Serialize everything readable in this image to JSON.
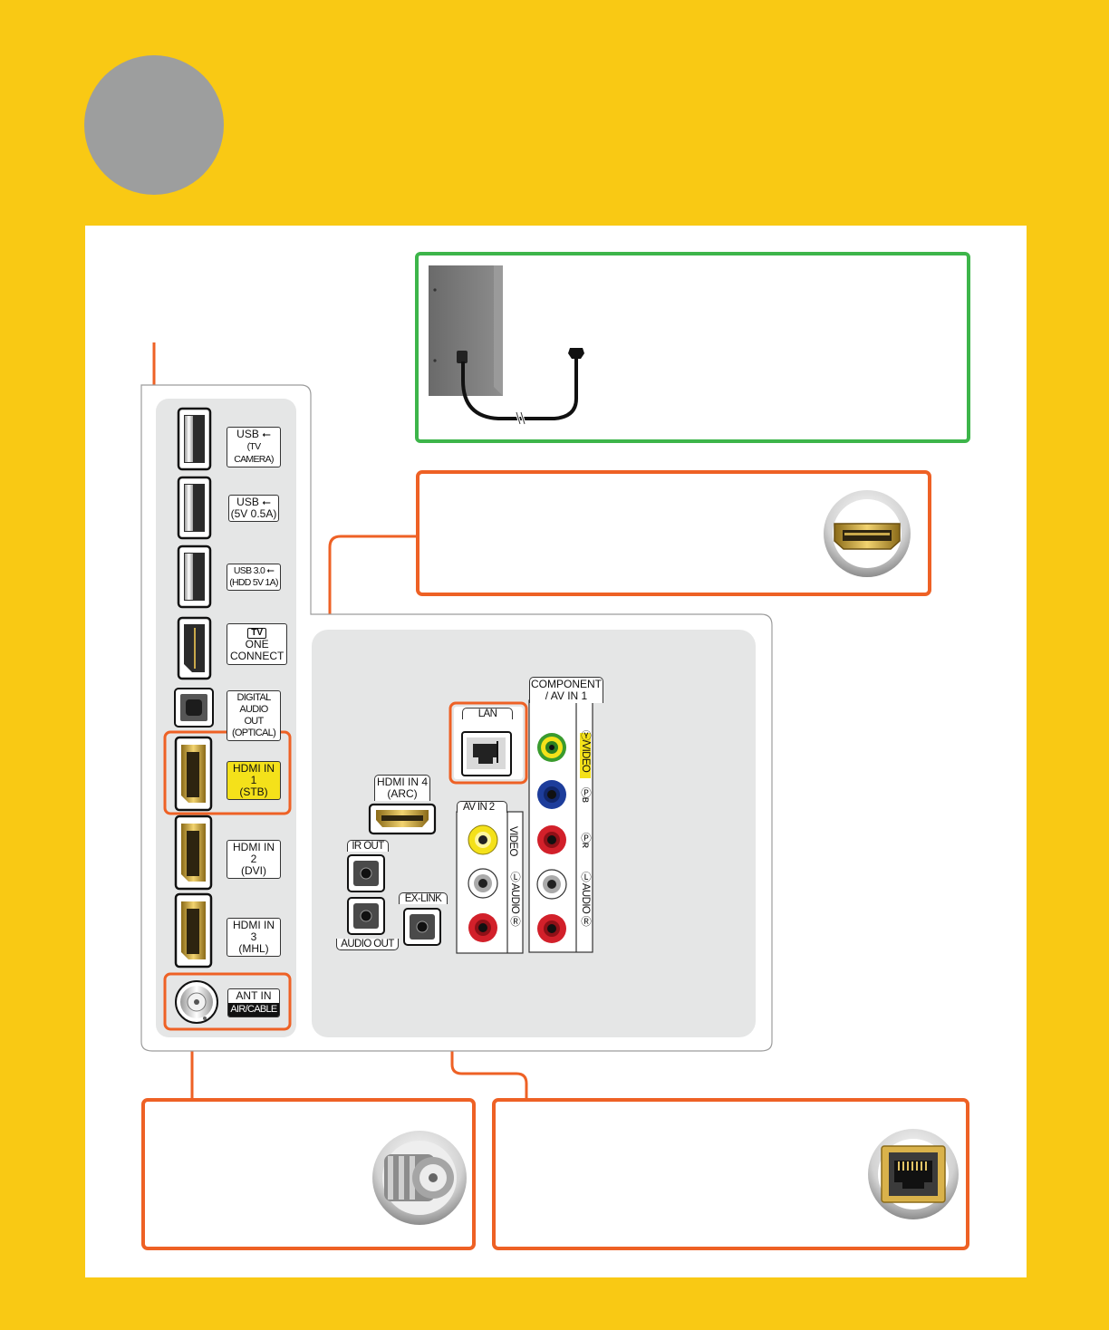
{
  "colors": {
    "background": "#f9c914",
    "panel": "#ffffff",
    "highlight": "#ee6125",
    "power": "#3db54a",
    "step_circle": "#9d9e9e",
    "port_bg": "#e5e6e6"
  },
  "side_panel": {
    "usb1": {
      "line1": "USB",
      "line2": "(TV CAMERA)",
      "icon": "usb-symbol-icon"
    },
    "usb2": {
      "line1": "USB",
      "line2": "(5V 0.5A)",
      "icon": "usb-symbol-icon"
    },
    "usb3": {
      "line1": "USB 3.0",
      "line2": "(HDD 5V 1A)",
      "icon": "usb-symbol-icon"
    },
    "one_connect": {
      "tv": "TV",
      "line1": "ONE",
      "line2": "CONNECT"
    },
    "optical": {
      "line1": "DIGITAL",
      "line2": "AUDIO OUT",
      "line3": "(OPTICAL)"
    },
    "hdmi1": {
      "line1": "HDMI IN 1",
      "line2": "(STB)"
    },
    "hdmi2": {
      "line1": "HDMI IN 2",
      "line2": "(DVI)"
    },
    "hdmi3": {
      "line1": "HDMI IN 3",
      "line2": "(MHL)"
    },
    "ant": {
      "line1": "ANT IN",
      "line2": "AIR/CABLE"
    }
  },
  "rear_panel": {
    "hdmi4": {
      "line1": "HDMI IN 4",
      "line2": "(ARC)"
    },
    "ir_out": "IR OUT",
    "audio_out": "AUDIO OUT",
    "ex_link": "EX-LINK",
    "lan": "LAN",
    "av_in2": {
      "header": "AV IN 2",
      "video": "VIDEO",
      "audio": "Ⓛ AUDIO Ⓡ"
    },
    "component": {
      "header_line1": "COMPONENT",
      "header_line2": "/ AV IN 1",
      "y_video": "Ⓨ/VIDEO",
      "pb": "Ⓟʙ",
      "pr": "Ⓟʀ",
      "audio": "Ⓛ AUDIO Ⓡ"
    }
  }
}
